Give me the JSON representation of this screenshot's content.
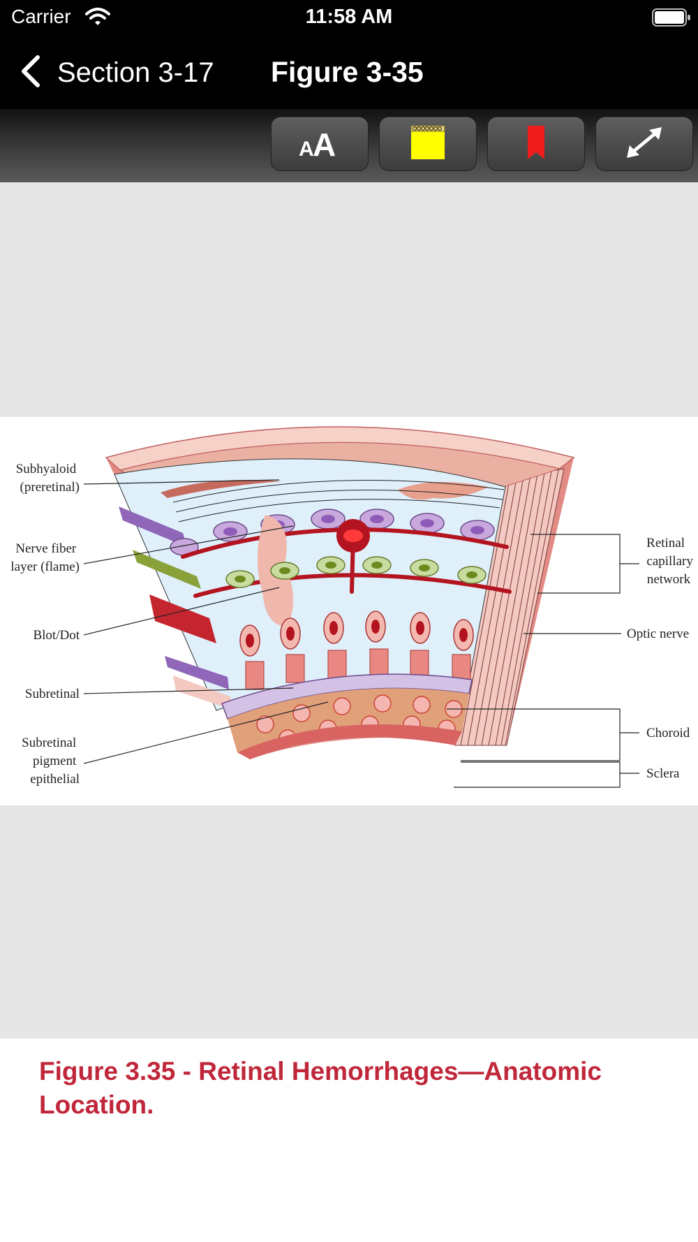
{
  "status": {
    "carrier": "Carrier",
    "time": "11:58 AM"
  },
  "nav": {
    "back_label": "Section 3-17",
    "title": "Figure 3-35"
  },
  "toolbar": {
    "font_size_label": "AA"
  },
  "figure": {
    "labels_left": [
      [
        "Subhyaloid",
        "(preretinal)"
      ],
      [
        "Nerve fiber",
        "layer (flame)"
      ],
      [
        "Blot/Dot"
      ],
      [
        "Subretinal"
      ],
      [
        "Subretinal",
        "pigment",
        "epithelial"
      ]
    ],
    "labels_right": [
      [
        "Retinal",
        "capillary",
        "network"
      ],
      [
        "Optic nerve"
      ],
      [
        "Choroid"
      ],
      [
        "Sclera"
      ]
    ]
  },
  "caption": "Figure 3.35 - Retinal Hemorrhages—Anatomic Location."
}
